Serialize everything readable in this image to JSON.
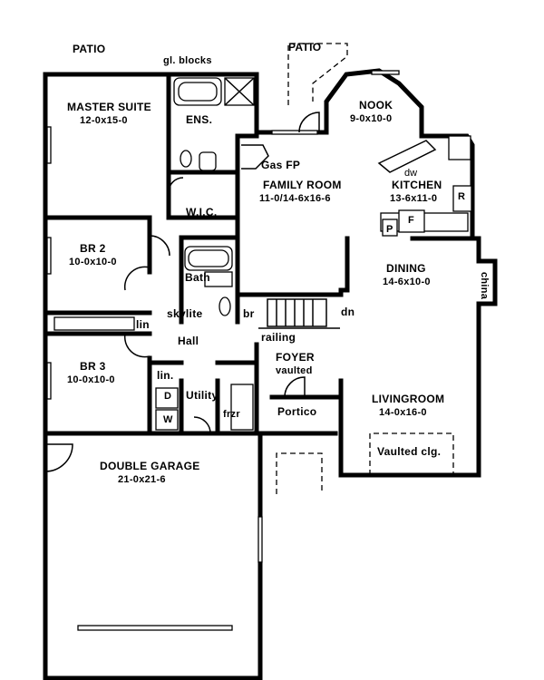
{
  "rooms": {
    "patio_left": {
      "name": "PATIO"
    },
    "patio_right": {
      "name": "PATIO"
    },
    "glass_blocks": {
      "name": "gl. blocks"
    },
    "master_suite": {
      "name": "MASTER SUITE",
      "size": "12-0x15-0"
    },
    "ensuite": {
      "name": "ENS."
    },
    "nook": {
      "name": "NOOK",
      "size": "9-0x10-0"
    },
    "gas_fp": {
      "name": "Gas FP"
    },
    "family_room": {
      "name": "FAMILY ROOM",
      "size": "11-0/14-6x16-6"
    },
    "kitchen": {
      "name": "KITCHEN",
      "size": "13-6x11-0"
    },
    "dishwasher": {
      "name": "dw"
    },
    "refrigerator": {
      "name": "R"
    },
    "pantry": {
      "name": "P"
    },
    "freezer_box": {
      "name": "F"
    },
    "wic": {
      "name": "W.I.C."
    },
    "br2": {
      "name": "BR 2",
      "size": "10-0x10-0"
    },
    "bath": {
      "name": "Bath"
    },
    "skylite": {
      "name": "skylite"
    },
    "br_closet": {
      "name": "br"
    },
    "stairs_down": {
      "name": "dn"
    },
    "linen_1": {
      "name": "lin"
    },
    "hall": {
      "name": "Hall"
    },
    "railing": {
      "name": "railing"
    },
    "foyer": {
      "name": "FOYER",
      "note": "vaulted"
    },
    "dining": {
      "name": "DINING",
      "size": "14-6x10-0"
    },
    "china": {
      "name": "china"
    },
    "br3": {
      "name": "BR 3",
      "size": "10-0x10-0"
    },
    "linen_2": {
      "name": "lin."
    },
    "utility": {
      "name": "Utility"
    },
    "dryer": {
      "name": "D"
    },
    "washer": {
      "name": "W"
    },
    "freezer": {
      "name": "frzr"
    },
    "portico": {
      "name": "Portico"
    },
    "livingroom": {
      "name": "LIVINGROOM",
      "size": "14-0x16-0"
    },
    "vaulted_clg": {
      "name": "Vaulted clg."
    },
    "garage": {
      "name": "DOUBLE GARAGE",
      "size": "21-0x21-6"
    }
  }
}
